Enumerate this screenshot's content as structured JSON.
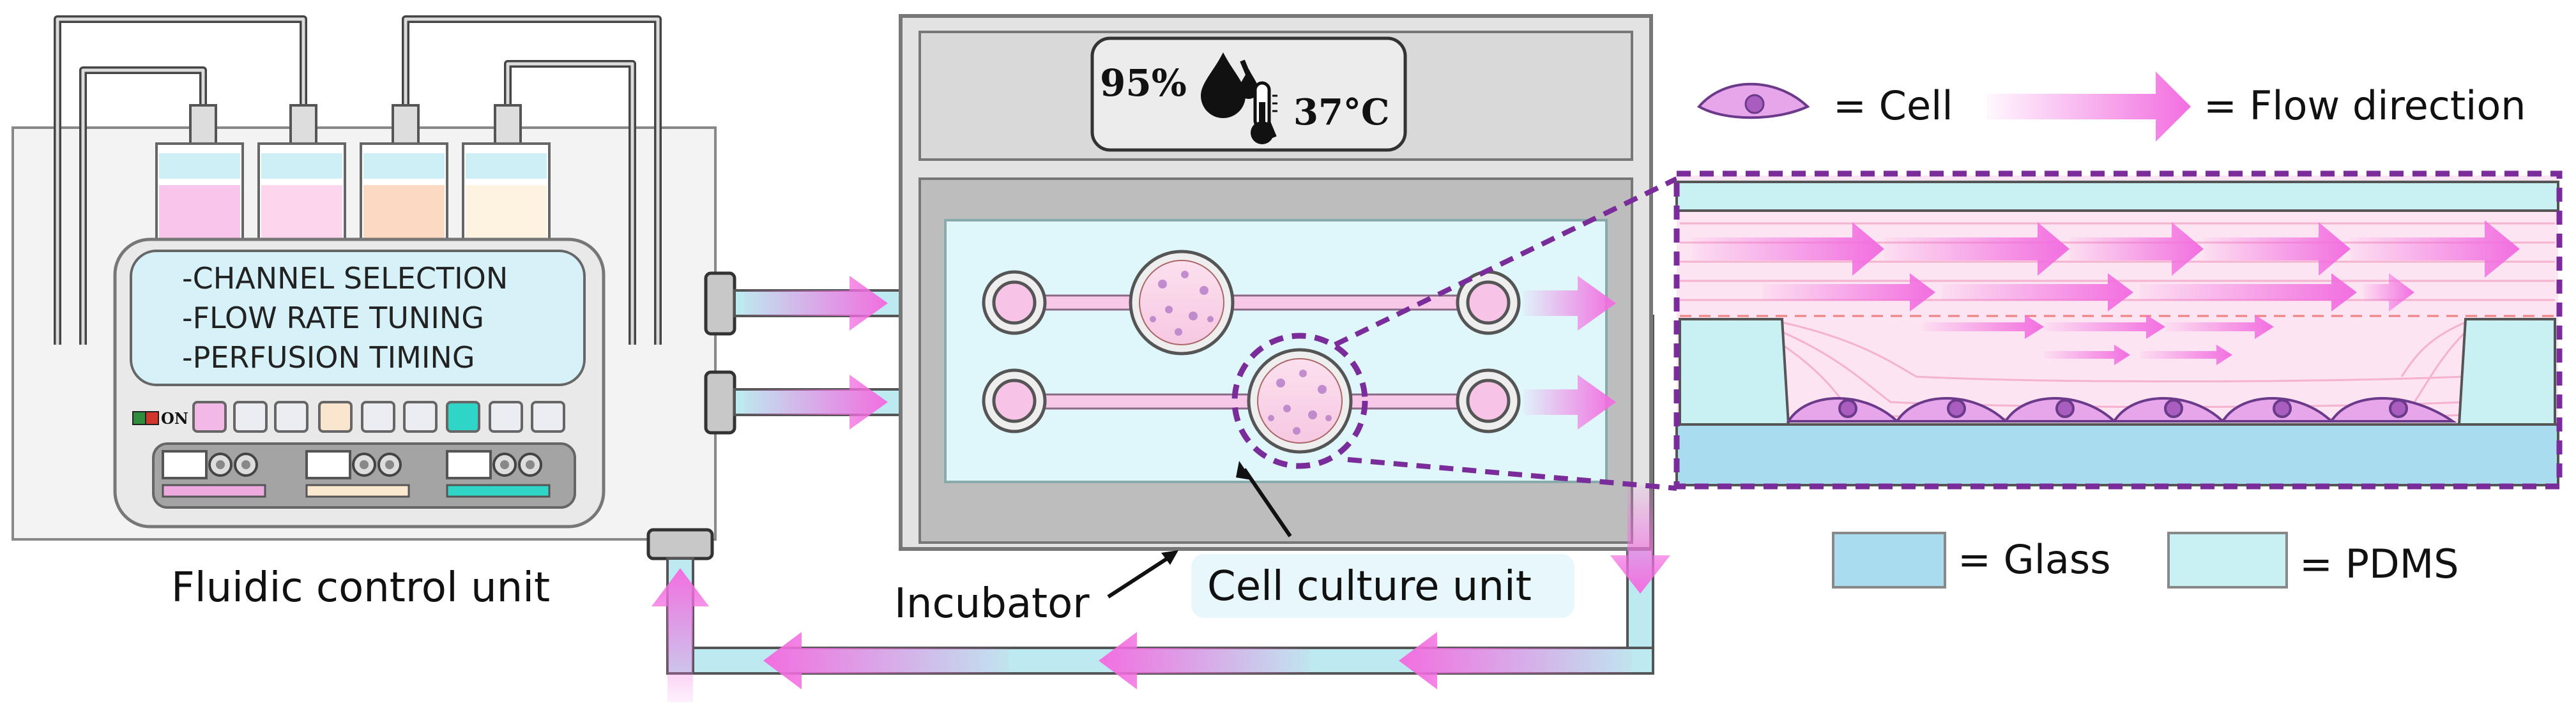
{
  "control_unit": {
    "menu": [
      "-CHANNEL SELECTION",
      "-FLOW RATE TUNING",
      "-PERFUSION TIMING"
    ],
    "power_label": "ON",
    "caption": "Fluidic control unit",
    "reservoir_colors": [
      "#f7c6ea",
      "#fdd6ee",
      "#fcd9c2",
      "#fdf3e0"
    ]
  },
  "incubator": {
    "humidity": "95%",
    "temperature": "37°C",
    "caption": "Incubator",
    "culture_caption": "Cell culture unit"
  },
  "legend": {
    "cell": "= Cell",
    "flow": "= Flow direction",
    "glass": "= Glass",
    "pdms": "= PDMS"
  },
  "colors": {
    "flow_arrow": "#f26ee0",
    "glass": "#a9dcef",
    "pdms": "#c9f1f3",
    "cell": "#e7a6ea",
    "zoom_outline": "#7a2c9a",
    "tubing": "#bdeaf0"
  },
  "icons": [
    "drop-icon",
    "thermometer-icon",
    "knob-icon",
    "flow-arrow-icon"
  ]
}
